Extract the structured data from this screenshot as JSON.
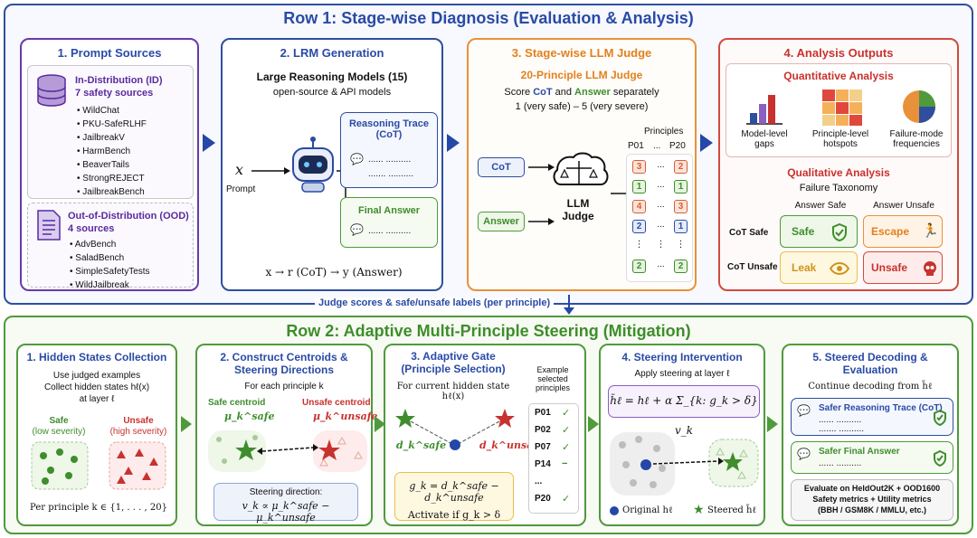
{
  "row1": {
    "title": "Row 1: Stage-wise Diagnosis (Evaluation & Analysis)",
    "p1": {
      "title": "1. Prompt Sources",
      "id_title": "In-Distribution (ID)",
      "id_sub": "7 safety sources",
      "id_items": [
        "WildChat",
        "PKU-SafeRLHF",
        "JailbreakV",
        "HarmBench",
        "BeaverTails",
        "StrongREJECT",
        "JailbreakBench"
      ],
      "ood_title": "Out-of-Distribution (OOD)",
      "ood_sub": "4 sources",
      "ood_items": [
        "AdvBench",
        "SaladBench",
        "SimpleSafetyTests",
        "WildJailbreak"
      ]
    },
    "p2": {
      "title": "2. LRM Generation",
      "sub1": "Large Reasoning Models (15)",
      "sub2": "open-source & API models",
      "x": "x",
      "prompt": "Prompt",
      "trace_title1": "Reasoning Trace",
      "trace_title2": "(CoT)",
      "dots1": "...... ..........",
      "dots2": ".......  ..........",
      "final_title": "Final Answer",
      "dots3": "...... ..........",
      "formula": "x → r (CoT) → y (Answer)"
    },
    "p3": {
      "title": "3. Stage-wise LLM Judge",
      "sub_title": "20-Principle LLM Judge",
      "score_pre": "Score ",
      "score_cot": "CoT",
      "score_mid": " and ",
      "score_ans": "Answer",
      "score_post": " separately",
      "scale": "1 (very safe) – 5 (very severe)",
      "cot": "CoT",
      "answer": "Answer",
      "judge1": "LLM",
      "judge2": "Judge",
      "principles": "Principles",
      "p01": "P01",
      "pdots": "...",
      "p20": "P20",
      "grid": [
        [
          "3",
          "...",
          "2"
        ],
        [
          "1",
          "...",
          "1"
        ],
        [
          "4",
          "...",
          "3"
        ],
        [
          "2",
          "...",
          "1"
        ],
        [
          "⋮",
          "⋮",
          "⋮"
        ],
        [
          "2",
          "...",
          "2"
        ]
      ]
    },
    "p4": {
      "title": "4. Analysis Outputs",
      "quant_title": "Quantitative Analysis",
      "q1a": "Model-level",
      "q1b": "gaps",
      "q2a": "Principle-level",
      "q2b": "hotspots",
      "q3a": "Failure-mode",
      "q3b": "frequencies",
      "qual_title": "Qualitative Analysis",
      "taxonomy": "Failure Taxonomy",
      "ans_safe": "Answer Safe",
      "ans_unsafe": "Answer Unsafe",
      "cot_safe": "CoT Safe",
      "cot_unsafe": "CoT Unsafe",
      "safe": "Safe",
      "escape": "Escape",
      "leak": "Leak",
      "unsafe": "Unsafe"
    }
  },
  "connector": "Judge scores & safe/unsafe labels (per principle)",
  "row2": {
    "title": "Row 2: Adaptive Multi-Principle Steering (Mitigation)",
    "s1": {
      "title": "1. Hidden States Collection",
      "l1": "Use judged examples",
      "l2": "Collect hidden states hℓ(x)",
      "l3": "at layer ℓ",
      "safe": "Safe",
      "safe_sub": "(low severity)",
      "unsafe": "Unsafe",
      "unsafe_sub": "(high severity)",
      "footer": "Per principle k ∈ {1, . . . , 20}"
    },
    "s2": {
      "title1": "2. Construct Centroids &",
      "title2": "Steering Directions",
      "sub": "For each principle k",
      "safe_c": "Safe centroid",
      "unsafe_c": "Unsafe centroid",
      "mu_safe": "μ_k^safe",
      "mu_unsafe": "μ_k^unsafe",
      "dir_title": "Steering direction:",
      "dir_formula": "v_k ∝ μ_k^safe − μ_k^unsafe"
    },
    "s3": {
      "title1": "3. Adaptive Gate",
      "title2": "(Principle Selection)",
      "sub": "For current hidden state hℓ(x)",
      "d_safe": "d_k^safe",
      "d_unsafe": "d_k^unsafe",
      "gate": "g_k = d_k^safe − d_k^unsafe",
      "activate": "Activate if g_k > δ",
      "ex1": "Example",
      "ex2": "selected",
      "ex3": "principles",
      "sel": [
        [
          "P01",
          "✓"
        ],
        [
          "P02",
          "✓"
        ],
        [
          "P07",
          "✓"
        ],
        [
          "P14",
          "−"
        ],
        [
          "...",
          ""
        ],
        [
          "P20",
          "✓"
        ]
      ]
    },
    "s4": {
      "title": "4. Steering Intervention",
      "sub": "Apply steering at layer ℓ",
      "formula": "h̃ℓ = hℓ + α Σ_{k: g_k > δ} v_k",
      "orig": "Original hℓ",
      "steered": "Steered h̃ℓ"
    },
    "s5": {
      "title1": "5. Steered Decoding &",
      "title2": "Evaluation",
      "sub": "Continue decoding from h̃ℓ",
      "trace": "Safer Reasoning Trace (CoT)",
      "dots1": "...... ..........",
      "dots2": ".......  ..........",
      "final": "Safer Final Answer",
      "dots3": "...... ..........",
      "eval1": "Evaluate on HeldOut2K + OOD1600",
      "eval2": "Safety metrics + Utility metrics",
      "eval3": "(BBH / GSM8K / MMLU, etc.)"
    }
  },
  "colors": {
    "blue": "#2e4f9e",
    "green": "#4f9a3c",
    "purple": "#6a3aa8",
    "orange": "#e8913a",
    "red": "#d24a3e"
  }
}
